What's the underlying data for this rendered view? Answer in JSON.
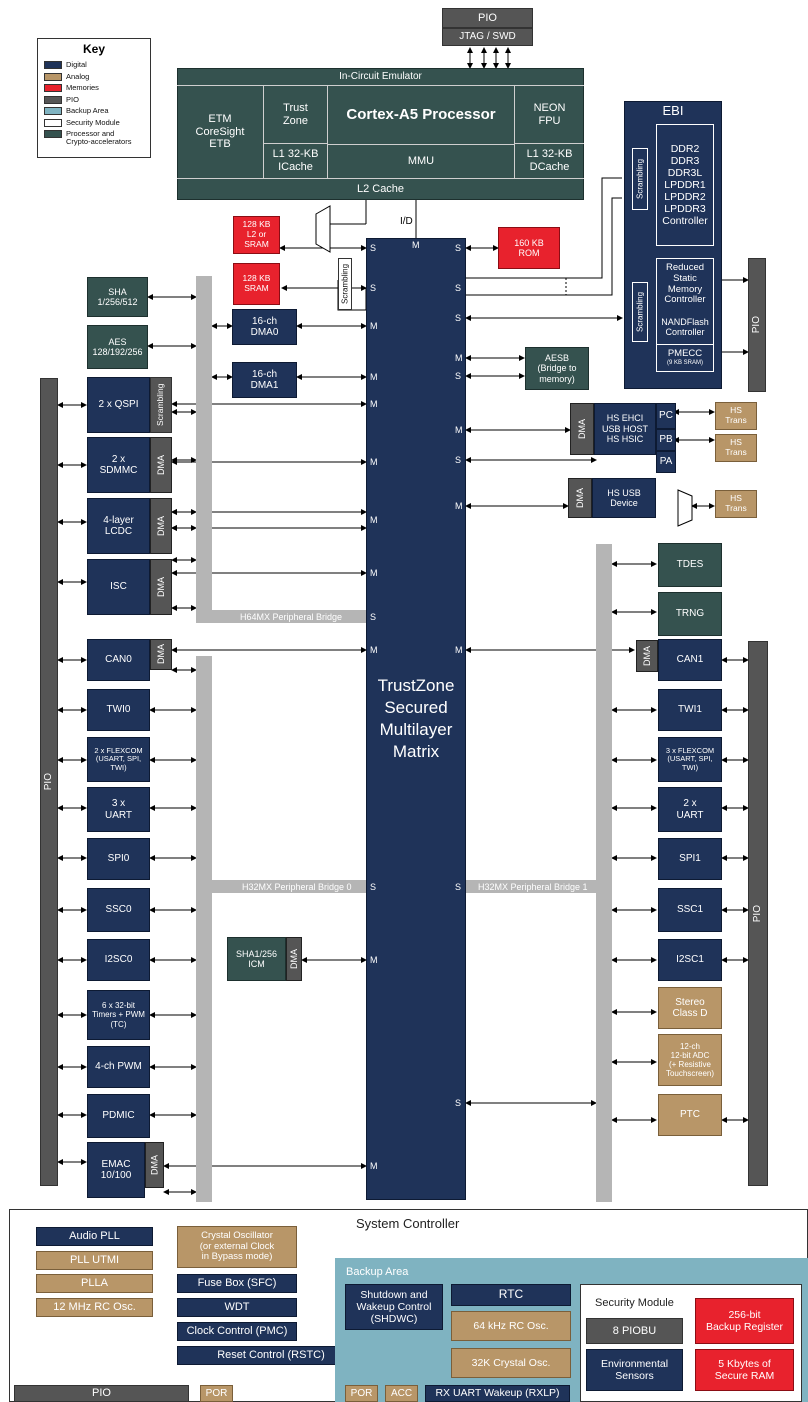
{
  "key": {
    "title": "Key",
    "items": [
      {
        "label": "Digital",
        "color": "#1f3359"
      },
      {
        "label": "Analog",
        "color": "#b89668"
      },
      {
        "label": "Memories",
        "color": "#e8222d"
      },
      {
        "label": "PIO",
        "color": "#555555"
      },
      {
        "label": "Backup Area",
        "color": "#7fb3c1"
      },
      {
        "label": "Security Module",
        "color": "#ffffff"
      },
      {
        "label": "Processor and\nCrypto-accelerators",
        "color": "#35524f"
      }
    ]
  },
  "top": {
    "pio": "PIO",
    "jtag": "JTAG / SWD",
    "ice": "In-Circuit Emulator",
    "etm": "ETM\nCoreSight\nETB",
    "trustzone": "Trust\nZone",
    "cortex": "Cortex-A5 Processor",
    "neon": "NEON\nFPU",
    "icache": "L1 32-KB\nICache",
    "mmu": "MMU",
    "dcache": "L1 32-KB\nDCache",
    "l2": "L2 Cache",
    "id": "I/D"
  },
  "ebi": {
    "title": "EBI",
    "ddr": "DDR2\nDDR3\nDDR3L\nLPDDR1\nLPDDR2\nLPDDR3\nController",
    "smc": "Reduced\nStatic\nMemory\nController",
    "nand": "NANDFlash\nController",
    "pmecc": "PMECC",
    "pmecc_sub": "(9 KB SRAM)",
    "scrambling": "Scrambling",
    "pio": "PIO"
  },
  "memories": {
    "l2sram": "128 KB\nL2 or SRAM",
    "sram": "128 KB\nSRAM",
    "rom": "160 KB\nROM",
    "scrambling": "Scrambling"
  },
  "matrix": "TrustZone\nSecured\nMultilayer\nMatrix",
  "bridges": {
    "h64": "H64MX Peripheral Bridge",
    "h32_0": "H32MX Peripheral Bridge 0",
    "h32_1": "H32MX Peripheral Bridge 1"
  },
  "port_labels": {
    "m": "M",
    "s": "S"
  },
  "left": {
    "sha": "SHA\n1/256/512",
    "aes": "AES\n128/192/256",
    "dma0": "16-ch\nDMA0",
    "dma1": "16-ch\nDMA1",
    "qspi": "2 x QSPI",
    "qspi_scr": "Scrambling",
    "sdmmc": "2 x\nSDMMC",
    "lcdc": "4-layer\nLCDC",
    "isc": "ISC",
    "can0": "CAN0",
    "twi0": "TWI0",
    "flexcom": "2 x FLEXCOM\n(USART, SPI,\nTWI)",
    "uart": "3 x\nUART",
    "spi0": "SPI0",
    "ssc0": "SSC0",
    "i2sc0": "I2SC0",
    "tc": "6 x 32-bit\nTimers + PWM\n(TC)",
    "pwm": "4-ch PWM",
    "pdmic": "PDMIC",
    "emac": "EMAC\n10/100",
    "icm": "SHA1/256\nICM",
    "pio": "PIO",
    "dma": "DMA"
  },
  "right": {
    "aesb": "AESB\n(Bridge to\nmemory)",
    "ehci": "HS EHCI\nUSB HOST\nHS HSIC",
    "pc": "PC",
    "pb": "PB",
    "pa": "PA",
    "hstrans": "HS\nTrans",
    "usbdev": "HS USB\nDevice",
    "tdes": "TDES",
    "trng": "TRNG",
    "can1": "CAN1",
    "twi1": "TWI1",
    "flexcom": "3 x FLEXCOM\n(USART, SPI,\nTWI)",
    "uart": "2 x\nUART",
    "spi1": "SPI1",
    "ssc1": "SSC1",
    "i2sc1": "I2SC1",
    "classd": "Stereo\nClass D",
    "adc": "12-ch\n12-bit ADC\n(+ Resistive\nTouchscreen)",
    "ptc": "PTC",
    "pio": "PIO"
  },
  "sysctrl": {
    "title": "System Controller",
    "audiopll": "Audio PLL",
    "pllutmi": "PLL UTMI",
    "plla": "PLLA",
    "rc12": "12 MHz RC Osc.",
    "xtal": "Crystal Oscillator\n(or external Clock\nin Bypass mode)",
    "fuse": "Fuse Box (SFC)",
    "wdt": "WDT",
    "pmc": "Clock Control (PMC)",
    "rstc": "Reset Control (RSTC)",
    "pio": "PIO",
    "por": "POR",
    "backup": "Backup Area",
    "shdwc": "Shutdown and\nWakeup Control\n(SHDWC)",
    "rtc": "RTC",
    "rc64": "64 kHz RC Osc.",
    "xtal32": "32K Crystal Osc.",
    "bpor": "POR",
    "acc": "ACC",
    "rxlp": "RX UART Wakeup (RXLP)",
    "secmod": "Security Module",
    "piobu": "8 PIOBU",
    "env": "Environmental\nSensors",
    "bureg": "256-bit\nBackup Register",
    "secram": "5 Kbytes of\nSecure RAM"
  }
}
